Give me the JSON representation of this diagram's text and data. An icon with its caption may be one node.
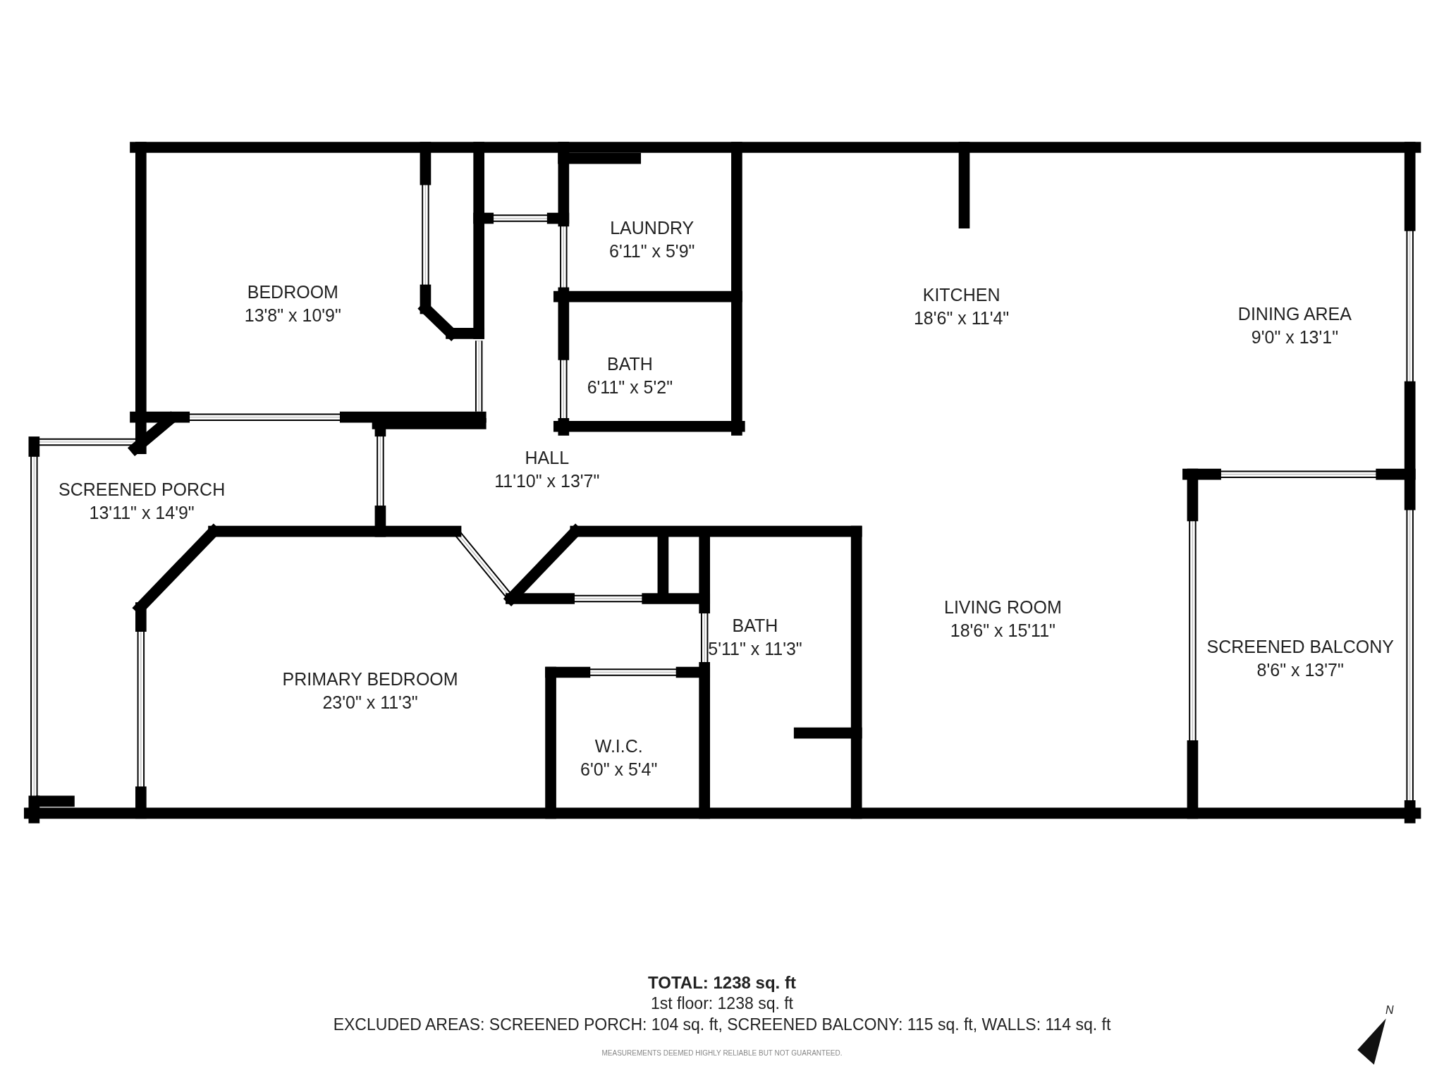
{
  "diagram": {
    "nodes": [
      {
        "text": [
          "BEDROOM",
          "13'8\" x 10'9\""
        ]
      },
      {
        "text": [
          "LAUNDRY",
          "6'11\" x 5'9\""
        ]
      },
      {
        "text": [
          "KITCHEN",
          "18'6\" x 11'4\""
        ]
      },
      {
        "text": [
          "DINING AREA",
          "9'0\" x 13'1\""
        ]
      },
      {
        "text": [
          "BATH",
          "6'11\" x 5'2\""
        ]
      },
      {
        "text": [
          "SCREENED PORCH",
          "13'11\" x 14'9\""
        ]
      },
      {
        "text": [
          "HALL",
          "11'10\" x 13'7\""
        ]
      },
      {
        "text": [
          "LIVING ROOM",
          "18'6\" x 15'11\""
        ]
      },
      {
        "text": [
          "SCREENED BALCONY",
          "8'6\" x 13'7\""
        ]
      },
      {
        "text": [
          "PRIMARY BEDROOM",
          "23'0\" x 11'3\""
        ]
      },
      {
        "text": [
          "BATH",
          "5'11\" x 11'3\""
        ]
      },
      {
        "text": [
          "W.I.C.",
          "6'0\" x 5'4\""
        ]
      }
    ],
    "labels": [
      "TOTAL: 1238 sq. ft",
      "1st floor: 1238 sq. ft",
      "EXCLUDED AREAS: SCREENED PORCH: 104 sq. ft, SCREENED BALCONY: 115 sq. ft, WALLS: 114 sq. ft",
      "MEASUREMENTS DEEMED HIGHLY RELIABLE BUT NOT GUARANTEED.",
      "N"
    ]
  }
}
